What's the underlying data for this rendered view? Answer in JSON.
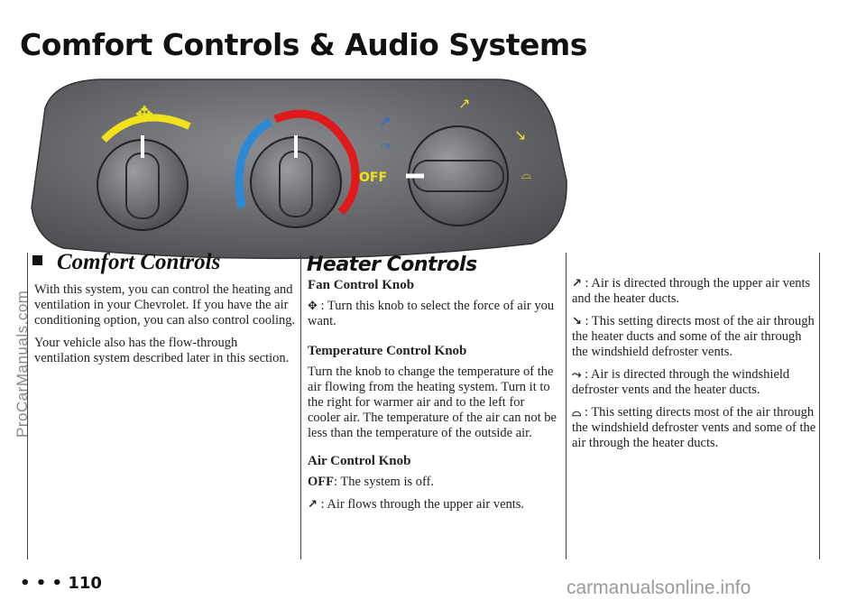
{
  "page": {
    "title": "Comfort Controls & Audio Systems",
    "page_number": "• • • 110",
    "side_watermark": "ProCarManuals.com",
    "footer_watermark": "carmanualsonline.info"
  },
  "panel": {
    "off_label": "OFF"
  },
  "comfort": {
    "heading": "Comfort Controls",
    "p1": "With this system, you can control the heating and ventilation in your Chevrolet. If you have the air conditioning option, you can also control cooling.",
    "p2": "Your vehicle also has the flow-through ventilation system described later in this section."
  },
  "heater": {
    "heading": "Heater Controls",
    "fan_heading": "Fan Control Knob",
    "fan_icon": "✥",
    "fan_text": " : Turn this knob to select the force of air you want.",
    "temp_heading": "Temperature Control Knob",
    "temp_text": "Turn the knob to change the temperature of the air flowing from the heating system. Turn it to the right for warmer air and to the left for cooler air. The temperature of the air can not be less than the temperature of the outside air.",
    "air_heading": "Air Control Knob",
    "off_label": "OFF",
    "off_text": ": The system is off.",
    "vent_icon": "↗",
    "vent_text": " : Air flows through the upper air vents."
  },
  "modes": {
    "bilevel_icon": "↗",
    "bilevel_text": " : Air is directed through the upper air vents and the heater ducts.",
    "heater_icon": "↘",
    "heater_text": " : This setting directs most of the air through the heater ducts and some of the air through the windshield defroster vents.",
    "blend_icon": "⤳",
    "blend_text": " : Air is directed through the windshield defroster vents and the heater ducts.",
    "defrost_icon": "⌓",
    "defrost_text": " : This setting directs most of the air through the windshield defroster vents and some of the air through the heater ducts."
  }
}
